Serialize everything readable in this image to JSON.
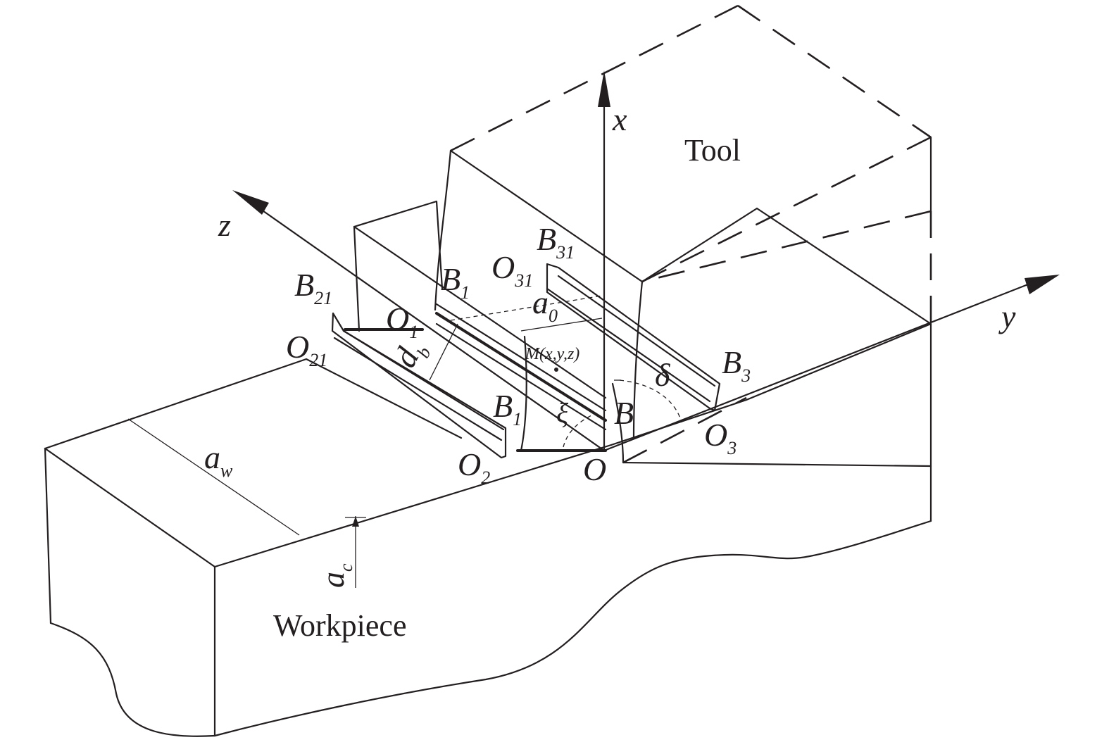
{
  "labels": {
    "tool": "Tool",
    "workpiece": "Workpiece",
    "x": "x",
    "y": "y",
    "z": "z",
    "O": "O",
    "B": "B",
    "sub31": "31",
    "O_letter": "O",
    "sub31b": "31",
    "B1a_letter": "B",
    "sub1a": "1",
    "B21_letter": "B",
    "sub21a": "21",
    "O1_letter": "O",
    "sub1b": "1",
    "O21_letter": "O",
    "sub21b": "21",
    "a_letter": "a",
    "sub0": "0",
    "M": "M(x,y,z)",
    "delta": "δ",
    "B3_letter": "B",
    "sub3a": "3",
    "B1b_letter": "B",
    "sub1c": "1",
    "B_single": "B",
    "xi": "ξ",
    "O3_letter": "O",
    "sub3b": "3",
    "O2_letter": "O",
    "sub2": "2",
    "aw_letter": "a",
    "subw": "w",
    "ac_letter": "a",
    "subc": "c",
    "d_letter": "d",
    "subb": "b"
  }
}
